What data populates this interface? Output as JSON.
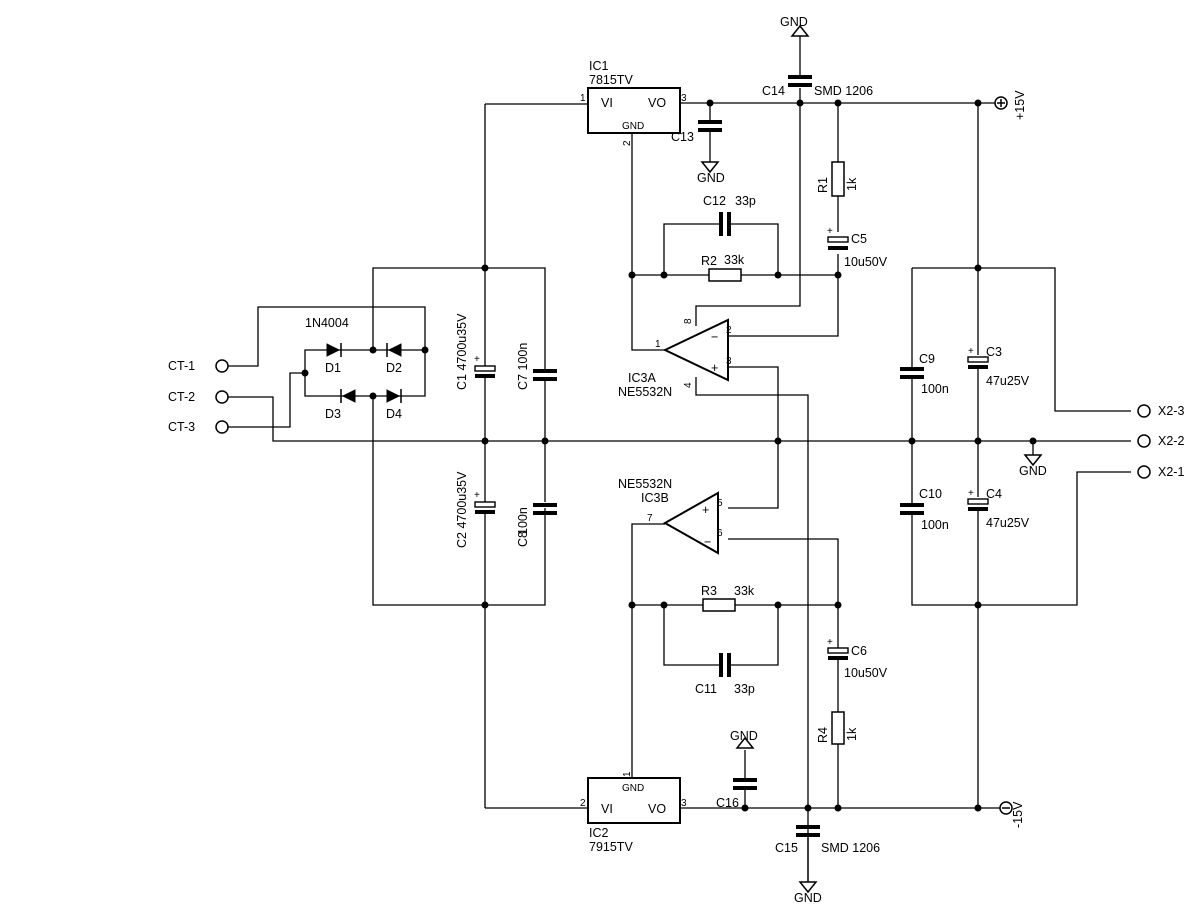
{
  "parts": {
    "ic1": {
      "name": "IC1",
      "value": "7815TV",
      "vi": "VI",
      "vo": "VO",
      "gnd": "GND",
      "pin_in": "1",
      "pin_gnd": "2",
      "pin_out": "3"
    },
    "ic2": {
      "name": "IC2",
      "value": "7915TV",
      "vi": "VI",
      "vo": "VO",
      "gnd": "GND",
      "pin_in": "2",
      "pin_gnd": "1",
      "pin_out": "3"
    },
    "ic3a": {
      "name": "IC3A",
      "value": "NE5532N",
      "pin_out": "1",
      "pin_inv": "2",
      "pin_noninv": "3",
      "pin_vcc": "8",
      "pin_vee": "4"
    },
    "ic3b": {
      "name": "IC3B",
      "value": "NE5532N",
      "pin_out": "7",
      "pin_inv": "6",
      "pin_noninv": "5"
    },
    "c1": {
      "name": "C1",
      "value": "4700u35V"
    },
    "c2": {
      "name": "C2",
      "value": "4700u35V"
    },
    "c3": {
      "name": "C3",
      "value": "47u25V"
    },
    "c4": {
      "name": "C4",
      "value": "47u25V"
    },
    "c5": {
      "name": "C5",
      "value": "10u50V"
    },
    "c6": {
      "name": "C6",
      "value": "10u50V"
    },
    "c7": {
      "name": "C7",
      "value": "100n"
    },
    "c8": {
      "name": "C8",
      "value": "100n"
    },
    "c9": {
      "name": "C9",
      "value": "100n"
    },
    "c10": {
      "name": "C10",
      "value": "100n"
    },
    "c11": {
      "name": "C11",
      "value": "33p"
    },
    "c12": {
      "name": "C12",
      "value": "33p"
    },
    "c13": {
      "name": "C13"
    },
    "c14": {
      "name": "C14",
      "value": "SMD 1206"
    },
    "c15": {
      "name": "C15",
      "value": "SMD 1206"
    },
    "c16": {
      "name": "C16"
    },
    "r1": {
      "name": "R1",
      "value": "1k"
    },
    "r2": {
      "name": "R2",
      "value": "33k"
    },
    "r3": {
      "name": "R3",
      "value": "33k"
    },
    "r4": {
      "name": "R4",
      "value": "1k"
    },
    "d1": {
      "name": "D1"
    },
    "d2": {
      "name": "D2"
    },
    "d3": {
      "name": "D3"
    },
    "d4": {
      "name": "D4"
    },
    "bridge_type": "1N4004"
  },
  "ports": {
    "ct1": "CT-1",
    "ct2": "CT-2",
    "ct3": "CT-3",
    "x23": "X2-3",
    "x22": "X2-2",
    "x21": "X2-1"
  },
  "rails": {
    "pos": "+15V",
    "neg": "-15V",
    "gnd": "GND"
  }
}
